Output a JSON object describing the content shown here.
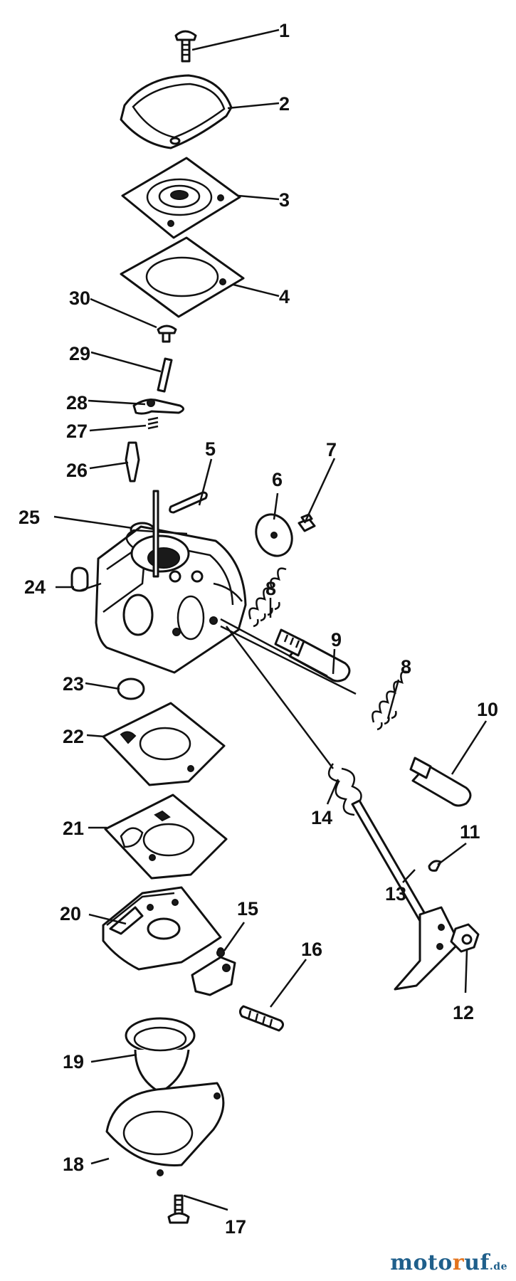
{
  "callouts": {
    "c1": "1",
    "c2": "2",
    "c3": "3",
    "c4": "4",
    "c5": "5",
    "c6": "6",
    "c7": "7",
    "c8a": "8",
    "c8b": "8",
    "c9": "9",
    "c10": "10",
    "c11": "11",
    "c12": "12",
    "c13": "13",
    "c14": "14",
    "c15": "15",
    "c16": "16",
    "c17": "17",
    "c18": "18",
    "c19": "19",
    "c20": "20",
    "c21": "21",
    "c22": "22",
    "c23": "23",
    "c24": "24",
    "c25": "25",
    "c26": "26",
    "c27": "27",
    "c28": "28",
    "c29": "29",
    "c30": "30"
  },
  "watermark": {
    "part1": "moto",
    "part2": "r",
    "part3": "uf",
    "suffix": ".de"
  }
}
